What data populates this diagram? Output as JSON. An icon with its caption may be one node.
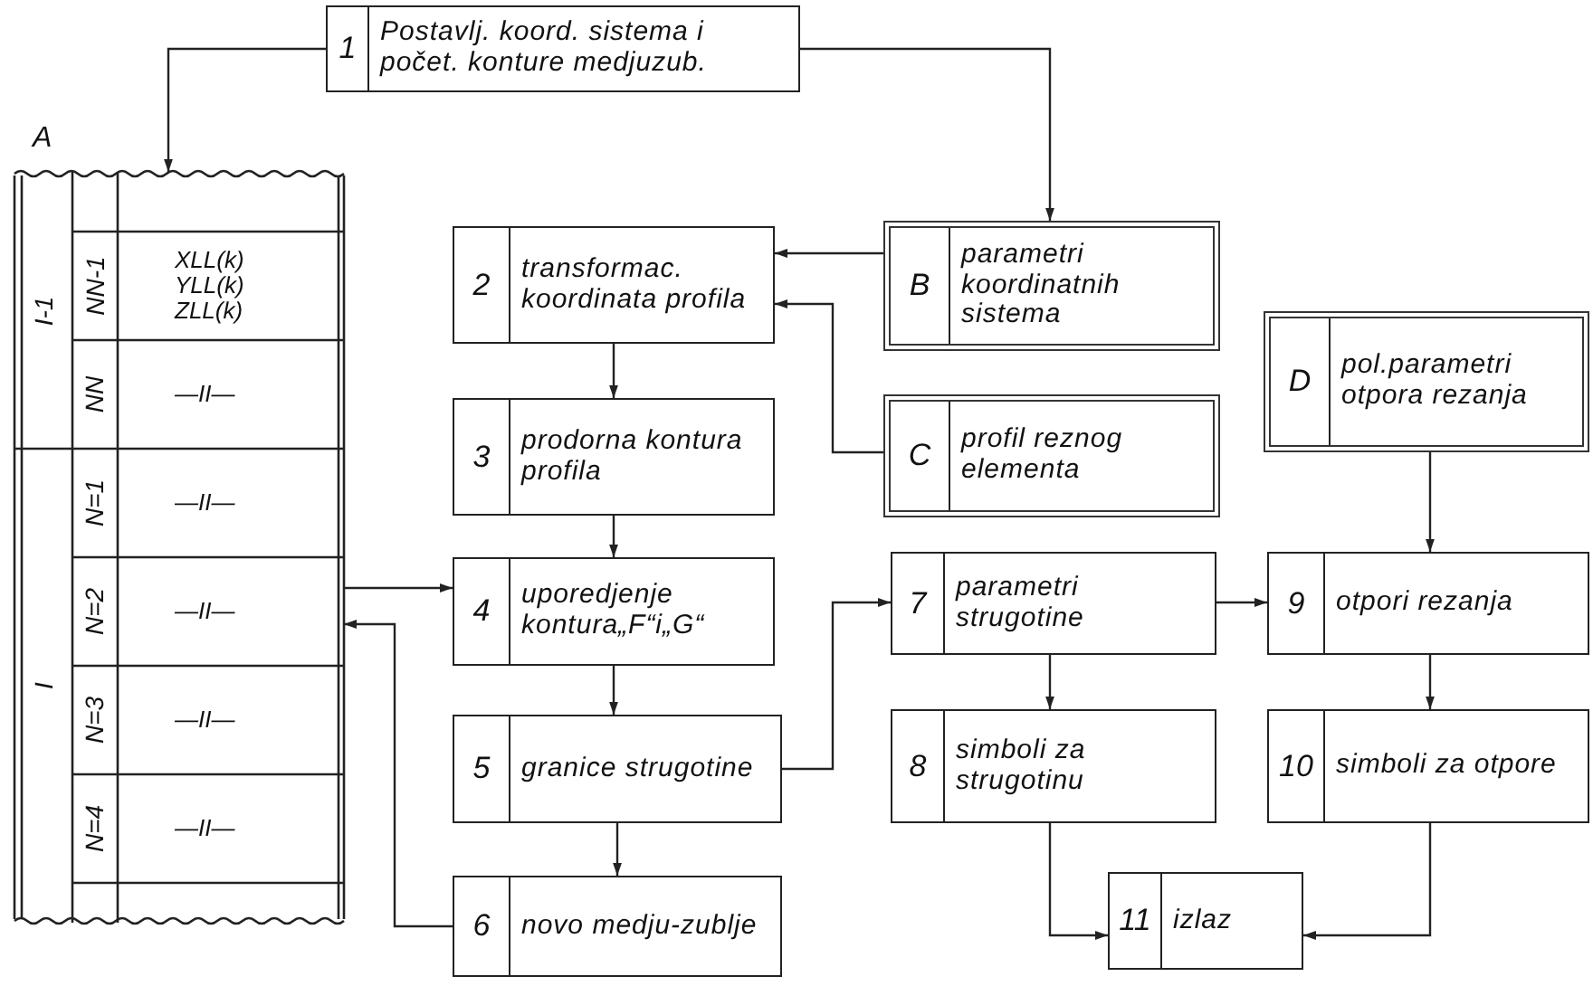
{
  "diagram": {
    "nodes": [
      {
        "text": [
          "1",
          "Postavlj. koord. sistema i počet. konture medjuzub."
        ]
      },
      {
        "text": [
          "A"
        ]
      },
      {
        "text": [
          "2",
          "transformac. koordinata profila"
        ]
      },
      {
        "text": [
          "B",
          "parametri koordinatnih sistema"
        ]
      },
      {
        "text": [
          "3",
          "prodorna kontura profila"
        ]
      },
      {
        "text": [
          "C",
          "profil reznog elementa"
        ]
      },
      {
        "text": [
          "D",
          "pol.parametri otpora rezanja"
        ]
      },
      {
        "text": [
          "4",
          "uporedjenje kontura„F“i„G“"
        ]
      },
      {
        "text": [
          "5",
          "granice strugotine"
        ]
      },
      {
        "text": [
          "7",
          "parametri strugotine"
        ]
      },
      {
        "text": [
          "9",
          "otpori rezanja"
        ]
      },
      {
        "text": [
          "8",
          "simboli za strugotinu"
        ]
      },
      {
        "text": [
          "10",
          "simboli za otpore"
        ]
      },
      {
        "text": [
          "6",
          "novo medju-zublje"
        ]
      },
      {
        "text": [
          "11",
          "izlaz"
        ]
      }
    ],
    "edges": [
      {
        "from": 0,
        "to": 1,
        "arrow": "to"
      },
      {
        "from": 0,
        "to": 3,
        "arrow": "to"
      },
      {
        "from": 3,
        "to": 2,
        "arrow": "to"
      },
      {
        "from": 5,
        "to": 2,
        "arrow": "to"
      },
      {
        "from": 2,
        "to": 4,
        "arrow": "to"
      },
      {
        "from": 4,
        "to": 7,
        "arrow": "to"
      },
      {
        "from": 1,
        "to": 7,
        "arrow": "to"
      },
      {
        "from": 13,
        "to": 1,
        "arrow": "to"
      },
      {
        "from": 7,
        "to": 8,
        "arrow": "to"
      },
      {
        "from": 8,
        "to": 13,
        "arrow": "to"
      },
      {
        "from": 8,
        "to": 9,
        "arrow": "to"
      },
      {
        "from": 9,
        "to": 10,
        "arrow": "to"
      },
      {
        "from": 9,
        "to": 11,
        "arrow": "to"
      },
      {
        "from": 6,
        "to": 10,
        "arrow": "to"
      },
      {
        "from": 10,
        "to": 12,
        "arrow": "to"
      },
      {
        "from": 11,
        "to": 14,
        "arrow": "to"
      },
      {
        "from": 12,
        "to": 14,
        "arrow": "to"
      }
    ],
    "labels": [
      "I-1",
      "NN-1",
      "XLL(k) YLL(k) ZLL(k)",
      "NN",
      "—II—",
      "I",
      "N=1",
      "—II—",
      "N=2",
      "—II—",
      "N=3",
      "—II—",
      "N=4",
      "—II—"
    ]
  }
}
